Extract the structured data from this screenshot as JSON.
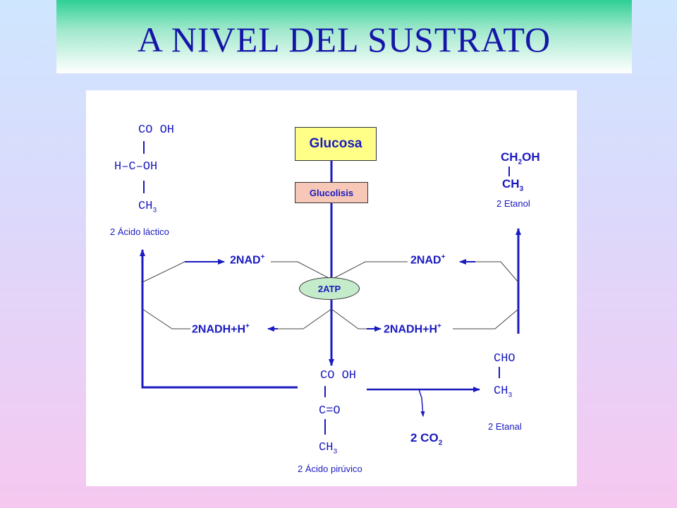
{
  "title": "A NIVEL DEL SUSTRATO",
  "lactic": {
    "cooh": "CO OH",
    "middle": "H–C–OH",
    "ch3": "CH",
    "ch3_sub": "3",
    "name": "2 Ácido láctico"
  },
  "ethanol": {
    "ch2oh": "CH",
    "ch2oh_sub": "2",
    "ch2oh_tail": "OH",
    "ch3": "CH",
    "ch3_sub": "3",
    "name": "2 Etanol"
  },
  "glucosa": "Glucosa",
  "glucolisis": "Glucolisis",
  "nad_left": "2NAD",
  "nad_right": "2NAD",
  "nad_sup": "+",
  "atp": "2ATP",
  "nadh_left": "2NADH+H",
  "nadh_right": "2NADH+H",
  "nadh_sup": "+",
  "pyruvic": {
    "cooh": "CO OH",
    "co": "C=O",
    "ch3": "CH",
    "ch3_sub": "3",
    "name": "2 Ácido pirúvico"
  },
  "ethanal": {
    "cho": "CHO",
    "ch3": "CH",
    "ch3_sub": "3",
    "name": "2 Etanal"
  },
  "co2": "2 CO",
  "co2_sub": "2",
  "colors": {
    "arrow_blue": "#1a1ac0",
    "line_gray": "#444444",
    "glucosa_fill": "#ffff88",
    "glucolisis_fill": "#f7c8b8",
    "atp_fill": "#c4ebca"
  }
}
